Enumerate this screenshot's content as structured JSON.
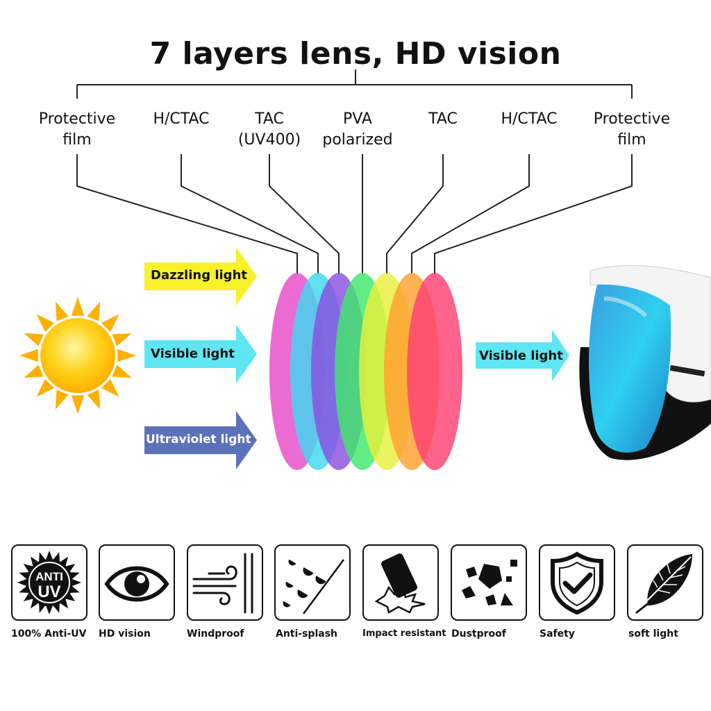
{
  "title": "7 layers lens, HD vision",
  "layers": [
    {
      "line1": "Protective",
      "line2": "film"
    },
    {
      "line1": "H/CTAC",
      "line2": ""
    },
    {
      "line1": "TAC",
      "line2": "(UV400)"
    },
    {
      "line1": "PVA",
      "line2": "polarized"
    },
    {
      "line1": "TAC",
      "line2": ""
    },
    {
      "line1": "H/CTAC",
      "line2": ""
    },
    {
      "line1": "Protective",
      "line2": "film"
    }
  ],
  "arrows": {
    "dazzling": "Dazzling light",
    "visible_in": "Visible light",
    "uv": "Ultraviolet light",
    "visible_out": "Visible light"
  },
  "lens_colors": [
    "#e84bc8",
    "#3fd8f0",
    "#8a4fe0",
    "#3fe86a",
    "#e8f03a",
    "#ffa030",
    "#ff4070"
  ],
  "features": [
    {
      "label": "100% Anti-UV",
      "icon": "anti-uv-icon",
      "badge_line1": "ANTI",
      "badge_line2": "UV"
    },
    {
      "label": "HD vision",
      "icon": "eye-icon"
    },
    {
      "label": "Windproof",
      "icon": "wind-icon"
    },
    {
      "label": "Anti-splash",
      "icon": "splash-icon"
    },
    {
      "label": "Impact resistant",
      "icon": "impact-icon"
    },
    {
      "label": "Dustproof",
      "icon": "dust-icon"
    },
    {
      "label": "Safety",
      "icon": "shield-check-icon"
    },
    {
      "label": "soft light",
      "icon": "feather-icon"
    }
  ]
}
